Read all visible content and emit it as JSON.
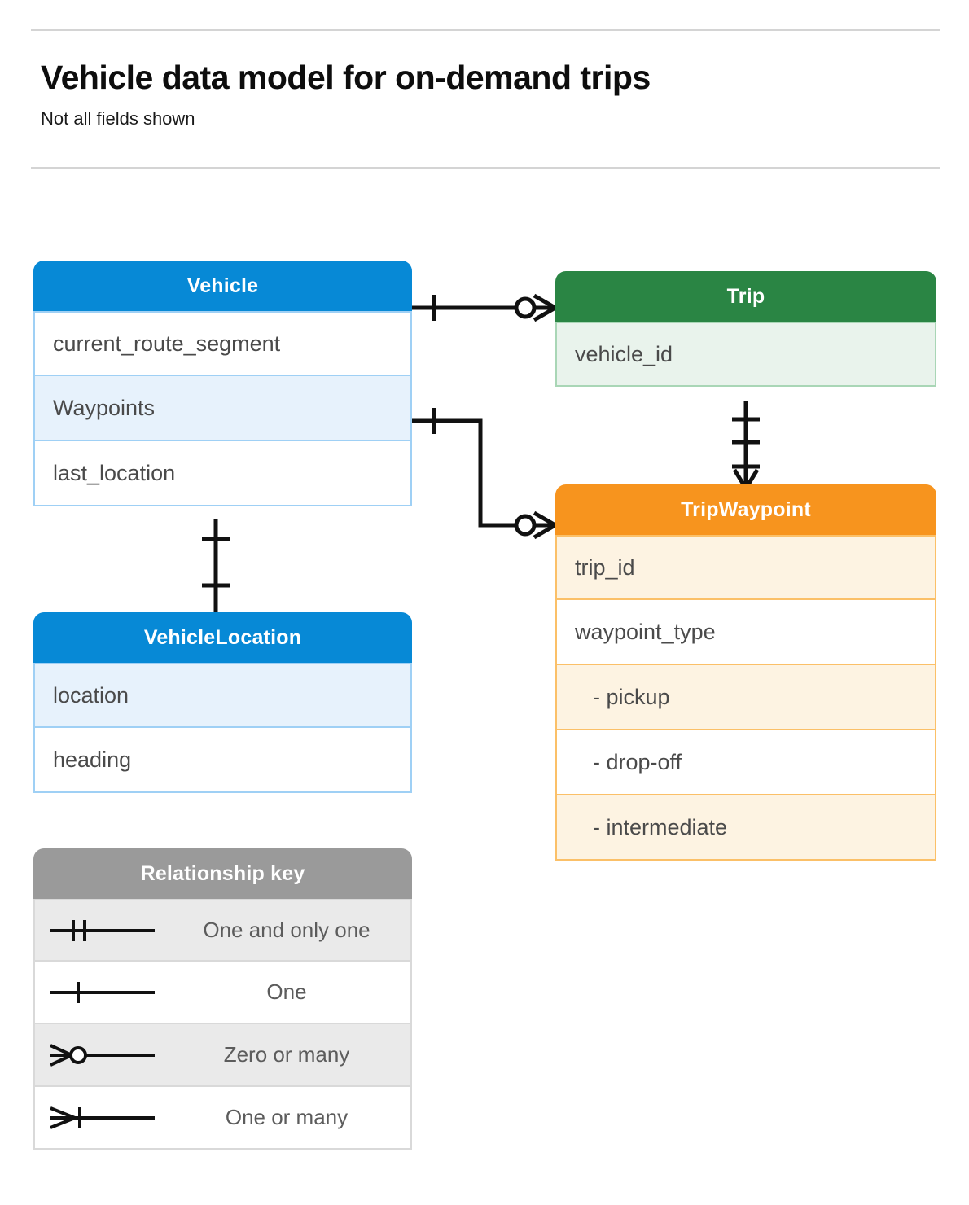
{
  "header": {
    "title": "Vehicle data model for on-demand trips",
    "subtitle": "Not all fields shown"
  },
  "entities": {
    "vehicle": {
      "name": "Vehicle",
      "color": "#0789d6",
      "fields": [
        {
          "label": "current_route_segment",
          "highlight": false
        },
        {
          "label": "Waypoints",
          "highlight": true
        },
        {
          "label": "last_location",
          "highlight": false
        }
      ]
    },
    "vehicle_location": {
      "name": "VehicleLocation",
      "color": "#0789d6",
      "fields": [
        {
          "label": "location",
          "highlight": true
        },
        {
          "label": "heading",
          "highlight": false
        }
      ]
    },
    "trip": {
      "name": "Trip",
      "color": "#2a8544",
      "fields": [
        {
          "label": "vehicle_id",
          "highlight": true
        }
      ]
    },
    "trip_waypoint": {
      "name": "TripWaypoint",
      "color": "#f7941e",
      "fields": [
        {
          "label": "trip_id",
          "highlight": true,
          "indent": false
        },
        {
          "label": "waypoint_type",
          "highlight": false,
          "indent": false
        },
        {
          "label": "- pickup",
          "highlight": true,
          "indent": true
        },
        {
          "label": "- drop-off",
          "highlight": false,
          "indent": true
        },
        {
          "label": "- intermediate",
          "highlight": true,
          "indent": true
        }
      ]
    }
  },
  "legend": {
    "title": "Relationship key",
    "color": "#9a9a9a",
    "rows": [
      {
        "label": "One and only one",
        "symbol": "one-and-only-one",
        "highlight": true
      },
      {
        "label": "One",
        "symbol": "one",
        "highlight": false
      },
      {
        "label": "Zero or many",
        "symbol": "zero-or-many",
        "highlight": true
      },
      {
        "label": "One or many",
        "symbol": "one-or-many",
        "highlight": false
      }
    ]
  },
  "relationships": [
    {
      "from": "Vehicle",
      "to": "Trip",
      "from_cardinality": "One",
      "to_cardinality": "Zero or many"
    },
    {
      "from": "Vehicle.Waypoints",
      "to": "TripWaypoint",
      "from_cardinality": "One",
      "to_cardinality": "Zero or many"
    },
    {
      "from": "Vehicle",
      "to": "VehicleLocation",
      "from_cardinality": "One",
      "to_cardinality": "One"
    },
    {
      "from": "Trip",
      "to": "TripWaypoint",
      "from_cardinality": "One and only one",
      "to_cardinality": "One or many"
    }
  ]
}
